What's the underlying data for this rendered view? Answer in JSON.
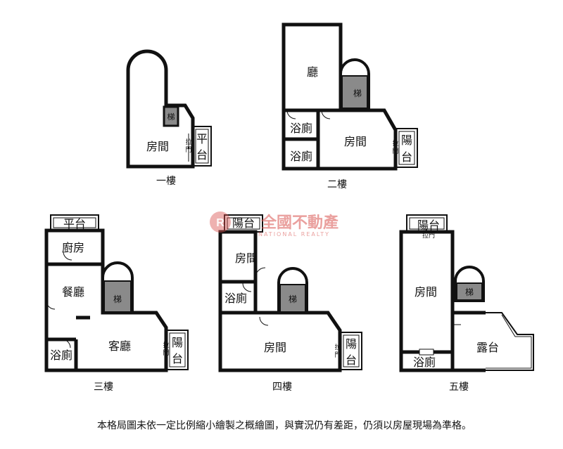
{
  "rooms": {
    "room": "房間",
    "stair": "梯",
    "slide_door": "拉門",
    "slide_door_v": "拉\n門",
    "platform": "平台",
    "platform_v": "平\n台",
    "hall": "廳",
    "bath": "浴廁",
    "balcony": "陽台",
    "balcony_v": "陽\n台",
    "kitchen": "廚房",
    "dining": "餐廳",
    "living": "客廳",
    "terrace": "露台"
  },
  "floors": {
    "f1": "一樓",
    "f2": "二樓",
    "f3": "三樓",
    "f4": "四樓",
    "f5": "五樓"
  },
  "watermark": {
    "name": "全國不動產",
    "sub": "NATIONAL REALTY"
  },
  "disclaimer": "本格局圖未依一定比例縮小繪製之概繪圖，與實況仍有差距，仍須以房屋現場為準格。"
}
